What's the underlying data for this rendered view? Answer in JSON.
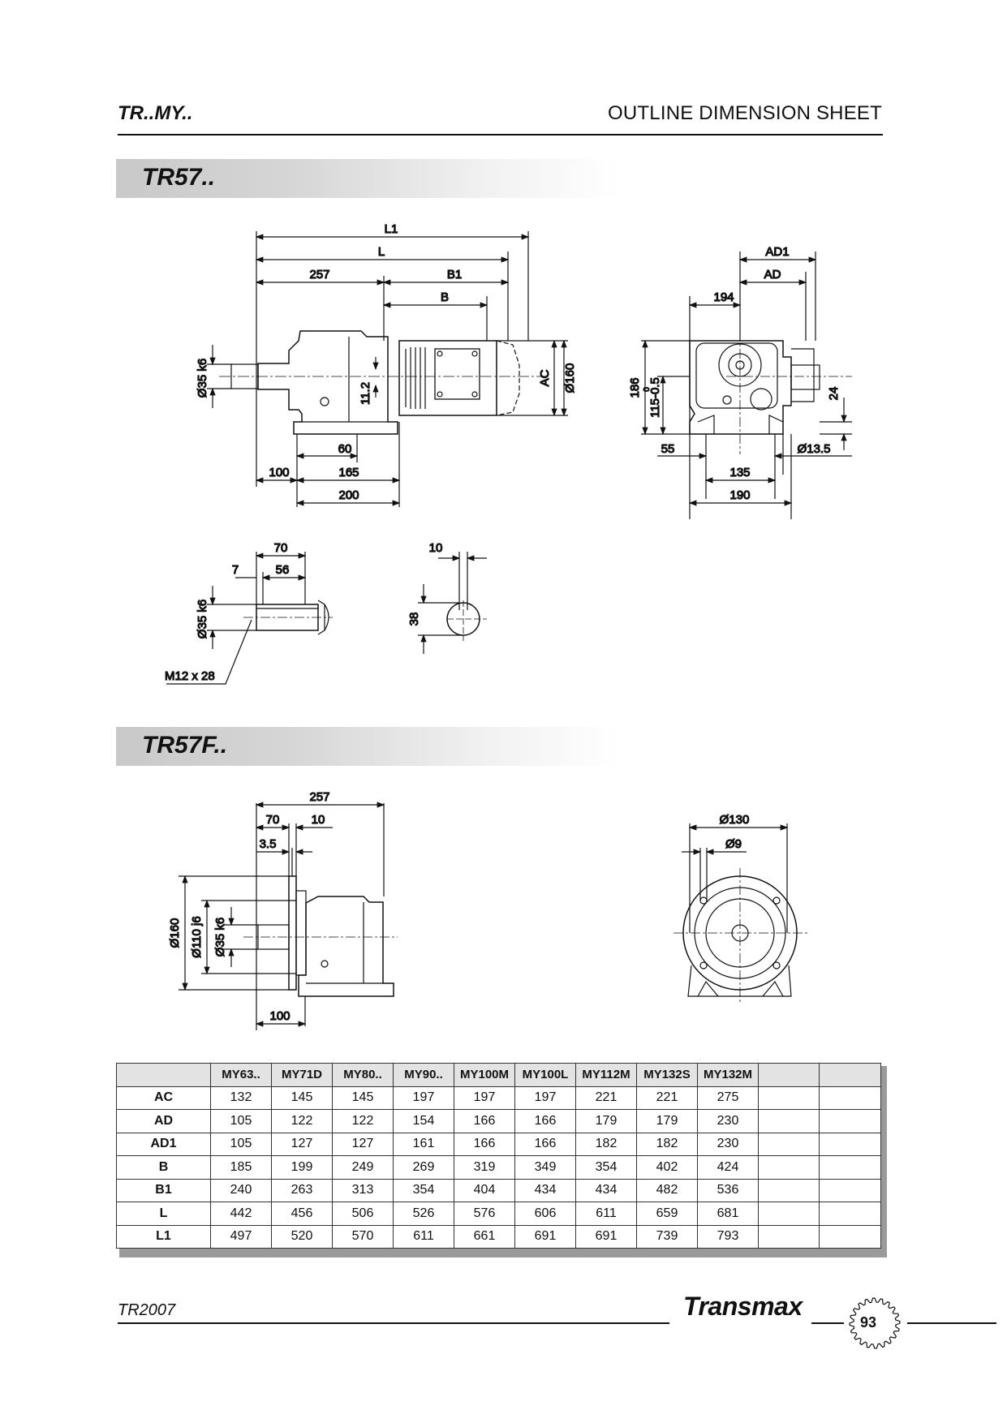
{
  "header": {
    "series": "TR..MY..",
    "title": "OUTLINE DIMENSION SHEET"
  },
  "sections": [
    {
      "title": "TR57.."
    },
    {
      "title": "TR57F.."
    }
  ],
  "drawing1_side": {
    "labels": [
      "L1",
      "L",
      "257",
      "B1",
      "B",
      "Ø35 k6",
      "11.2",
      "AC",
      "Ø160",
      "60",
      "100",
      "165",
      "200"
    ]
  },
  "drawing1_end": {
    "labels": [
      "AD1",
      "AD",
      "194",
      "186",
      "115-0.5",
      "0",
      "24",
      "55",
      "Ø13.5",
      "135",
      "190"
    ]
  },
  "shaft_detail": {
    "labels": [
      "70",
      "7",
      "56",
      "Ø35 k6",
      "M12 x 28",
      "10",
      "38"
    ]
  },
  "drawing2_side": {
    "labels": [
      "257",
      "70",
      "10",
      "3.5",
      "Ø160",
      "Ø110 j6",
      "Ø35 k6",
      "100"
    ]
  },
  "drawing2_end": {
    "labels": [
      "Ø130",
      "Ø9"
    ]
  },
  "dimension_table": {
    "columns": [
      "",
      "MY63..",
      "MY71D",
      "MY80..",
      "MY90..",
      "MY100M",
      "MY100L",
      "MY112M",
      "MY132S",
      "MY132M",
      "",
      ""
    ],
    "rows": [
      {
        "label": "AC",
        "values": [
          "132",
          "145",
          "145",
          "197",
          "197",
          "197",
          "221",
          "221",
          "275",
          "",
          ""
        ]
      },
      {
        "label": "AD",
        "values": [
          "105",
          "122",
          "122",
          "154",
          "166",
          "166",
          "179",
          "179",
          "230",
          "",
          ""
        ]
      },
      {
        "label": "AD1",
        "values": [
          "105",
          "127",
          "127",
          "161",
          "166",
          "166",
          "182",
          "182",
          "230",
          "",
          ""
        ]
      },
      {
        "label": "B",
        "values": [
          "185",
          "199",
          "249",
          "269",
          "319",
          "349",
          "354",
          "402",
          "424",
          "",
          ""
        ]
      },
      {
        "label": "B1",
        "values": [
          "240",
          "263",
          "313",
          "354",
          "404",
          "434",
          "434",
          "482",
          "536",
          "",
          ""
        ]
      },
      {
        "label": "L",
        "values": [
          "442",
          "456",
          "506",
          "526",
          "576",
          "606",
          "611",
          "659",
          "681",
          "",
          ""
        ]
      },
      {
        "label": "L1",
        "values": [
          "497",
          "520",
          "570",
          "611",
          "661",
          "691",
          "691",
          "739",
          "793",
          "",
          ""
        ]
      }
    ]
  },
  "footer": {
    "code": "TR2007",
    "brand": "Transmax",
    "page": "93"
  }
}
